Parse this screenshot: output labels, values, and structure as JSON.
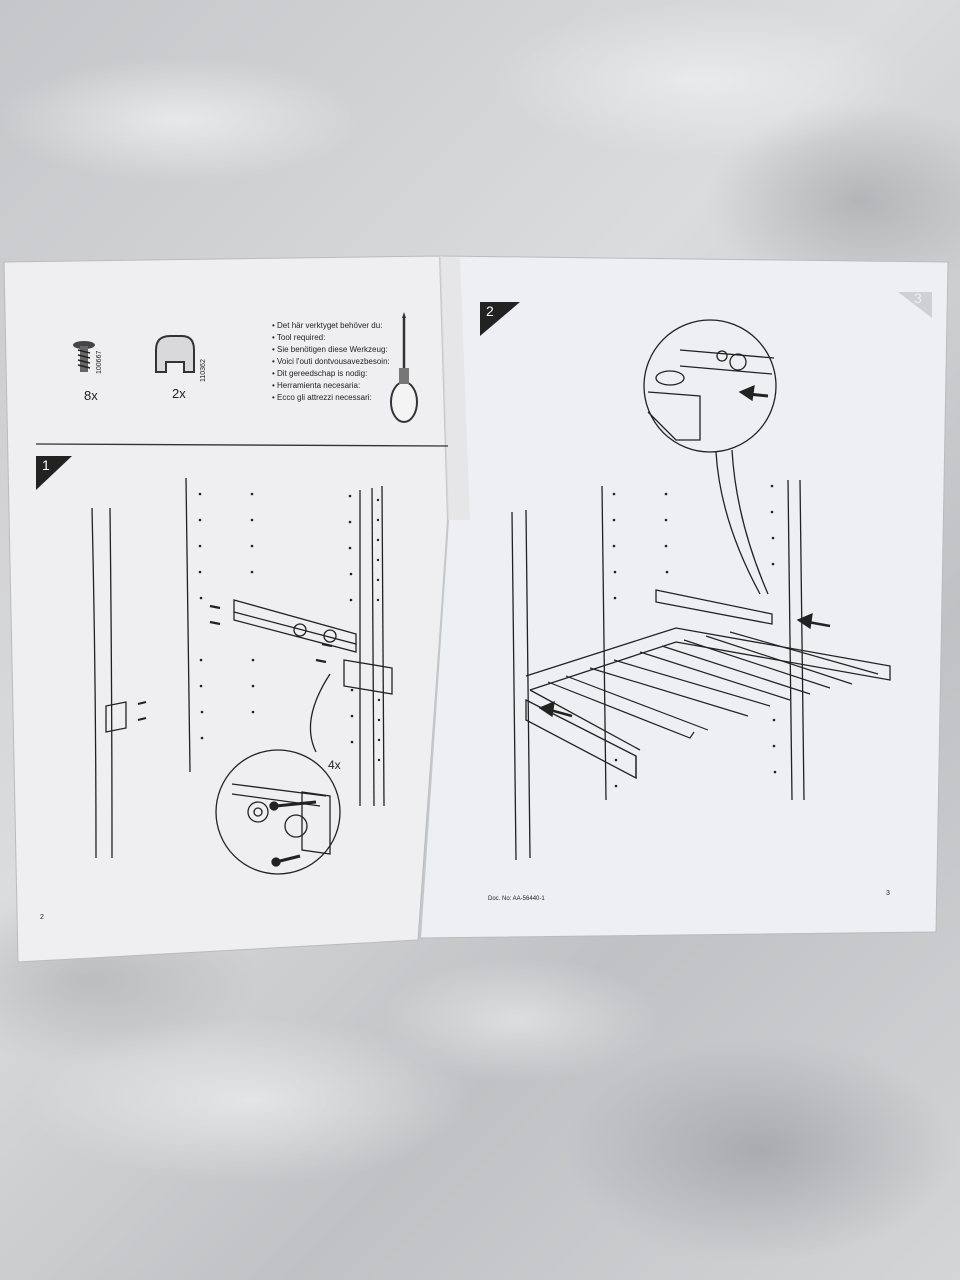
{
  "parts": [
    {
      "name": "screw-icon",
      "code": "100667",
      "qty": "8x"
    },
    {
      "name": "rail-cap-icon",
      "code": "110362",
      "qty": "2x"
    }
  ],
  "tool_lines": [
    "Det här verktyget behöver du:",
    "Tool required:",
    "Sie benötigen diese Werkzeug:",
    "Voici l'outi dontvousavezbesoin:",
    "Dit gereedschap is nodig:",
    "Herramienta necesaria:",
    "Ecco gli attrezzi necessari:"
  ],
  "steps": {
    "step1": "1",
    "step2": "2",
    "step3_faded": "3",
    "detail_qty": "4x"
  },
  "footer": {
    "page_left": "2",
    "page_right": "3",
    "doc_no": "Doc. No: AA-56440-1"
  }
}
